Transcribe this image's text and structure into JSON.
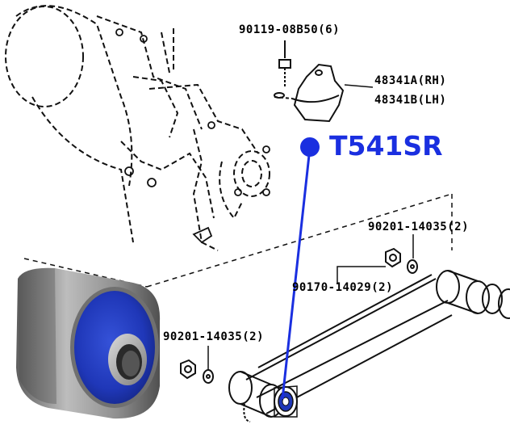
{
  "labels": {
    "bolt": "90119-08B50(6)",
    "bracket_rh": "48341A(RH)",
    "bracket_lh": "48341B(LH)",
    "nut_upper": "90201-14035(2)",
    "bolt_lower": "90170-14029(2)",
    "nut_lower": "90201-14035(2)"
  },
  "highlight": {
    "part_number": "T541SR"
  },
  "colors": {
    "accent": "#1a2fe0",
    "bushing_poly": "#1f37b8",
    "bushing_shell": "#8a8a8a",
    "line_art": "#111111"
  }
}
